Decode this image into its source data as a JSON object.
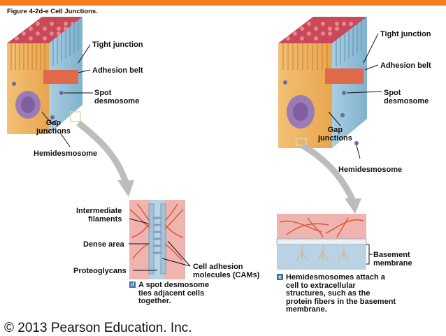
{
  "figure_title": "Figure 4-2d-e  Cell Junctions.",
  "left_block": {
    "tight_junction": "Tight junction",
    "adhesion_belt": "Adhesion belt",
    "spot_desmosome": "Spot\ndesmosome",
    "gap_junctions": "Gap\njunctions",
    "hemidesmosome": "Hemidesmosome"
  },
  "right_block": {
    "tight_junction": "Tight junction",
    "adhesion_belt": "Adhesion belt",
    "spot_desmosome": "Spot\ndesmosome",
    "gap_junctions": "Gap\njunctions",
    "hemidesmosome": "Hemidesmosome"
  },
  "detail_d": {
    "intermediate_filaments": "Intermediate\nfilaments",
    "dense_area": "Dense area",
    "proteoglycans": "Proteoglycans",
    "cams": "Cell adhesion\nmolecules (CAMs)",
    "badge": "d",
    "caption": "A spot desmosome\nties adjacent cells\ntogether."
  },
  "detail_e": {
    "basement_membrane": "Basement\nmembrane",
    "badge": "e",
    "caption": "Hemidesmosomes attach a\ncell to extracellular\nstructures, such as the\nprotein fibers in the basement\nmembrane."
  },
  "copyright": "© 2013 Pearson Education. Inc.",
  "colors": {
    "header_bar": "#f47b20",
    "badge": "#3a6ea5"
  }
}
